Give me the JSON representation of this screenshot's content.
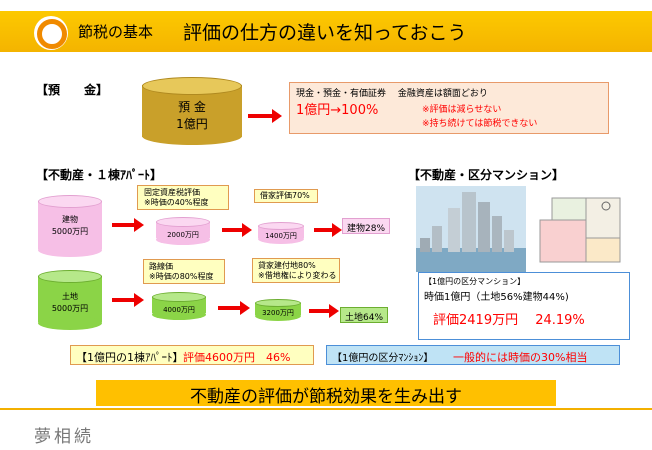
{
  "header": {
    "subtitle": "節税の基本",
    "title": "評価の仕方の違いを知っておこう"
  },
  "deposit": {
    "label": "【預　　金】",
    "cyl_line1": "預 金",
    "cyl_line2": "1億円",
    "note_line1": "現金・預金・有価証券　 金融資産は額面どおり",
    "note_value": "1億円→100%",
    "note_line2": "※評価は減らせない",
    "note_line3": "※持ち続けては節税できない"
  },
  "apartment": {
    "label": "【不動産・１棟ｱﾊﾟｰﾄ】",
    "building": {
      "cyl_line1": "建物",
      "cyl_line2": "5000万円",
      "note1_line1": "固定資産税評価",
      "note1_line2": "※時価の40%程度",
      "step1": "2000万円",
      "note2": "借家評価70%",
      "step2": "1400万円",
      "result": "建物28%"
    },
    "land": {
      "cyl_line1": "土地",
      "cyl_line2": "5000万円",
      "note1_line1": "路線価",
      "note1_line2": "※時価の80%程度",
      "step1": "4000万円",
      "note2_line1": "貸家建付地80%",
      "note2_line2": "※借地権により変わる",
      "step2": "3200万円",
      "result": "土地64%"
    },
    "summary_prefix": "【1億円の1棟ｱﾊﾟｰﾄ】",
    "summary_value": "評価4600万円　46%"
  },
  "mansion": {
    "label": "【不動産・区分マンション】",
    "info_header": "【1億円の区分マンション】",
    "info_line": "時価1億円（土地56%建物44%)",
    "info_value": "評価2419万円　 24.19%",
    "summary_prefix": "【1億円の区分ﾏﾝｼｮﾝ】",
    "summary_value": "一般的には時価の30%相当"
  },
  "banner": "不動産の評価が節税効果を生み出す",
  "footer": "夢相続",
  "colors": {
    "header": "#fcc000",
    "deposit_cyl": "#c89a1e",
    "building_cyl": "#f6bfe6",
    "land_cyl": "#8bd447",
    "accent_red": "#ff0000",
    "banner": "#ffc000",
    "mansion_summary": "#bfe3f5"
  }
}
